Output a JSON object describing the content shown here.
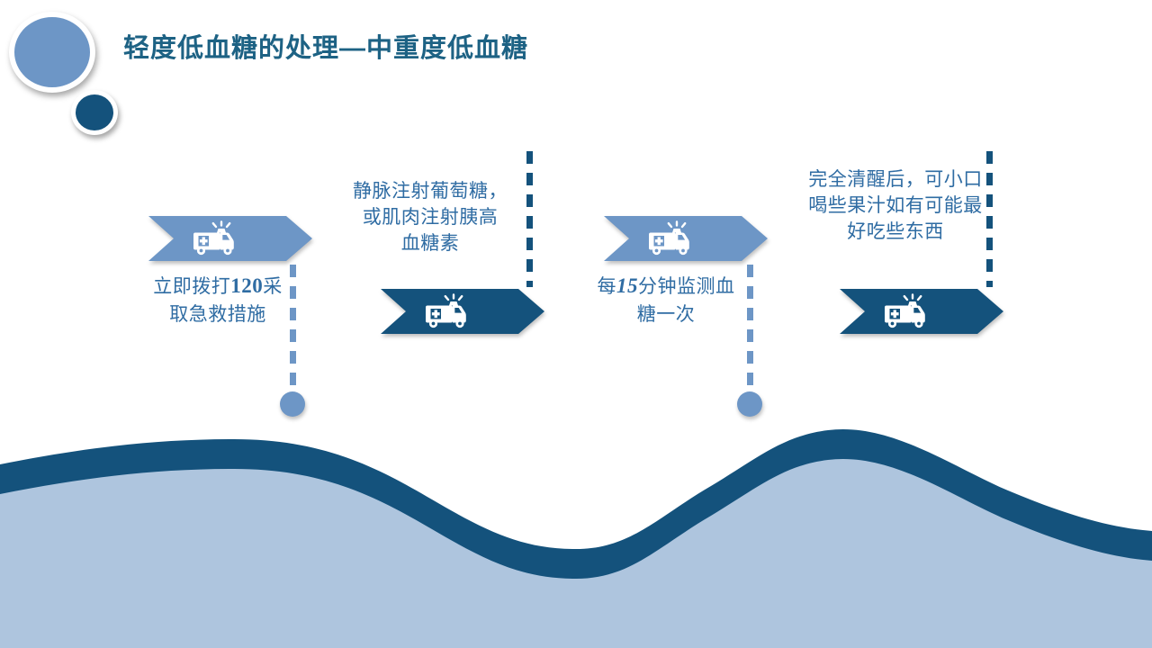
{
  "slide": {
    "title": "轻度低血糖的处理—中重度低血糖"
  },
  "colors": {
    "accent-light": "#6D96C6",
    "accent-dark": "#14527C",
    "pale-fill": "#AEC5DE",
    "title-color": "#1D6284",
    "text-color": "#2F6CA3"
  },
  "steps": {
    "s1": {
      "icon": "ambulance",
      "l1a": "立即拨打",
      "l1b": "120",
      "l1c": "采",
      "l2": "取急救措施"
    },
    "s2": {
      "icon": "ambulance",
      "l1": "静脉注射葡萄糖，",
      "l2": "或肌肉注射胰高",
      "l3": "血糖素"
    },
    "s3": {
      "icon": "ambulance",
      "l1a": "每",
      "l1b": "15",
      "l1c": "分钟监测血",
      "l2": "糖一次"
    },
    "s4": {
      "icon": "ambulance",
      "l1": "完全清醒后，可小口",
      "l2": "喝些果汁如有可能最",
      "l3": "好吃些东西"
    }
  }
}
